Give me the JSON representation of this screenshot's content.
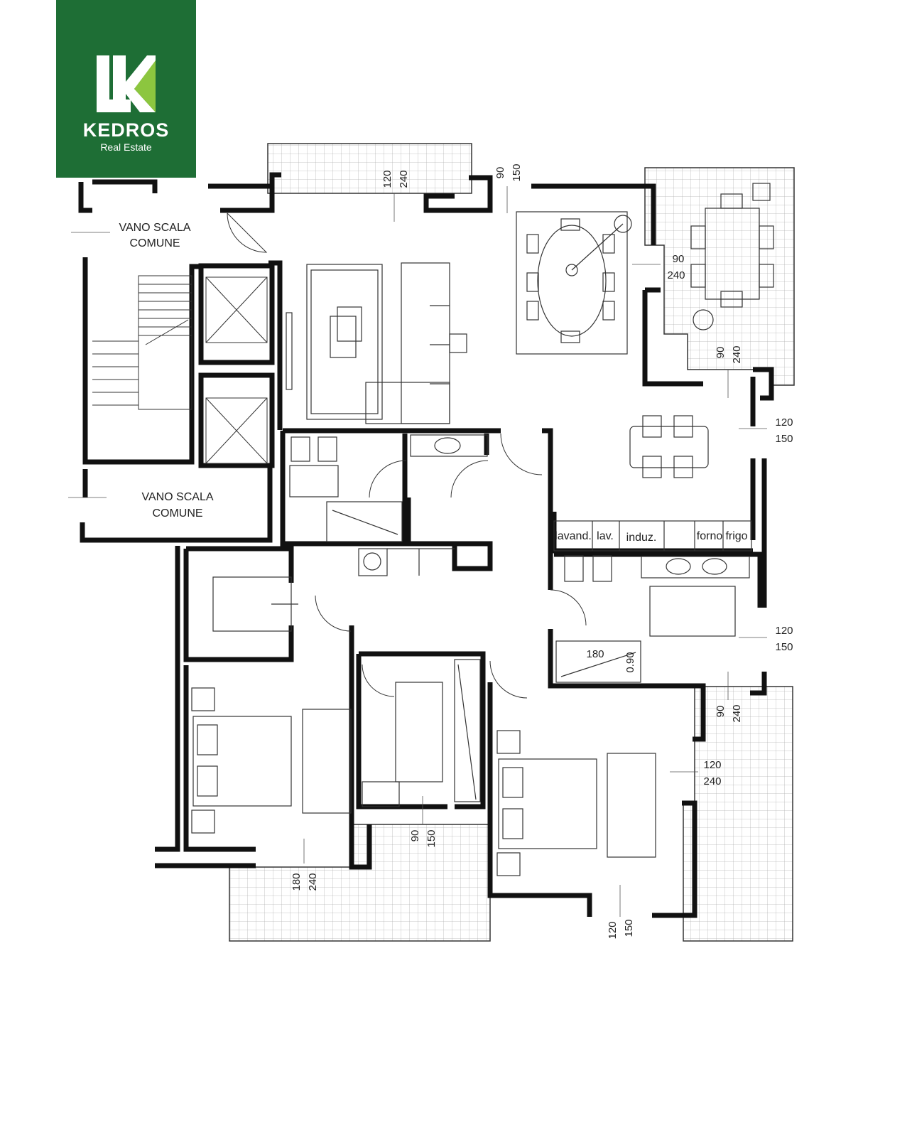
{
  "brand": {
    "name": "KEDROS",
    "tagline": "Real Estate",
    "color": "#1e6e35",
    "accent": "#8cc63f"
  },
  "labels": {
    "stair_top_1": "VANO SCALA",
    "stair_top_2": "COMUNE",
    "stair_bottom_1": "VANO SCALA",
    "stair_bottom_2": "COMUNE",
    "kitchen_lavand": "lavand.",
    "kitchen_lav": "lav.",
    "kitchen_induz": "induz.",
    "kitchen_forno": "forno",
    "kitchen_frigo": "frigo"
  },
  "dims": {
    "top_balcony_a": "120",
    "top_balcony_b": "240",
    "top_window_a": "90",
    "top_window_b": "150",
    "dining_a": "90",
    "dining_b": "240",
    "terrace_door_a": "90",
    "terrace_door_b": "240",
    "kitchen_win_a": "120",
    "kitchen_win_b": "150",
    "bath_win_a": "120",
    "bath_win_b": "150",
    "shower_len": "180",
    "shower_wid": "0.90",
    "bed2_door_a": "90",
    "bed2_door_b": "240",
    "bed2_win_a": "120",
    "bed2_win_b": "240",
    "small_win_a": "90",
    "small_win_b": "150",
    "bed1_door_a": "180",
    "bed1_door_b": "240",
    "bed2_bottom_a": "120",
    "bed2_bottom_b": "150"
  }
}
